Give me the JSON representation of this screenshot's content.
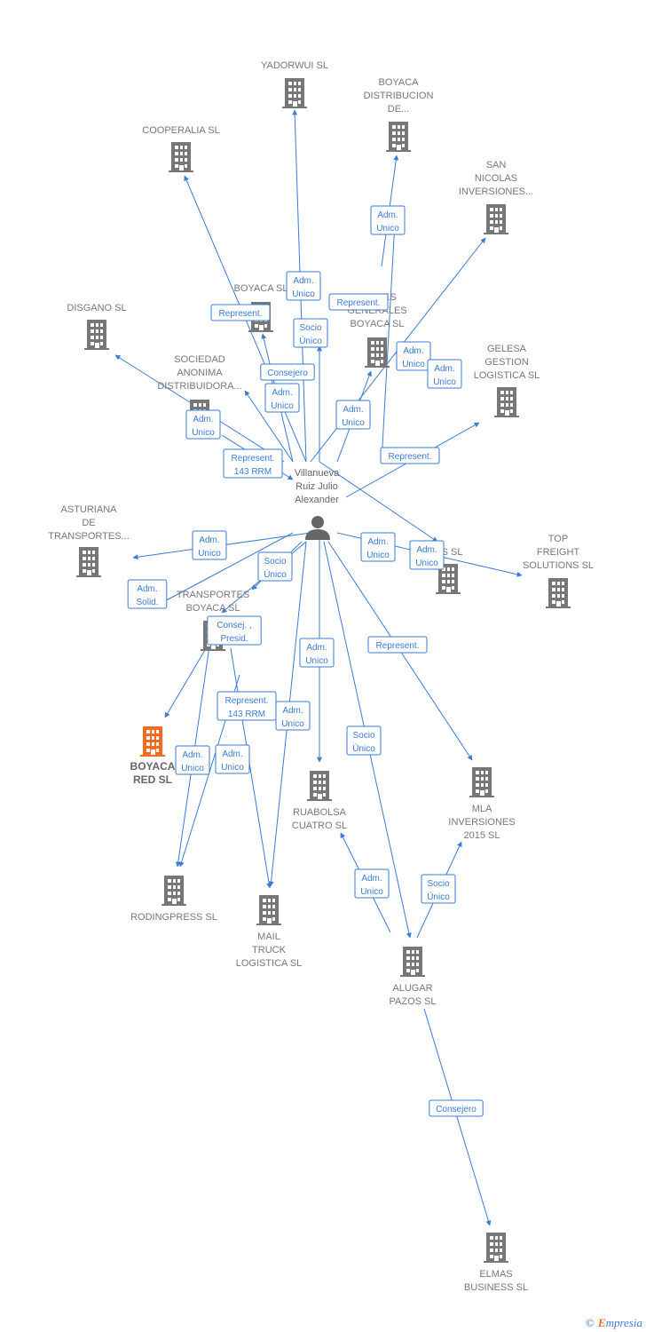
{
  "colors": {
    "edge": "#3a7bd5",
    "building": "#777777",
    "building_highlight": "#f26b21",
    "person": "#666666"
  },
  "person": {
    "label_lines": [
      "Villanueva",
      "Ruiz Julio",
      "Alexander"
    ],
    "icon": "person-icon"
  },
  "nodes": [
    {
      "id": "yadorwui",
      "lines": [
        "YADORWUI SL"
      ],
      "icon": "building-icon"
    },
    {
      "id": "boyaca_dist",
      "lines": [
        "BOYACA",
        "DISTRIBUCION",
        "DE..."
      ],
      "icon": "building-icon"
    },
    {
      "id": "cooperalia",
      "lines": [
        "COOPERALIA SL"
      ],
      "icon": "building-icon"
    },
    {
      "id": "san_nicolas",
      "lines": [
        "SAN",
        "NICOLAS",
        "INVERSIONES..."
      ],
      "icon": "building-icon"
    },
    {
      "id": "boyaca_sl",
      "lines": [
        "BOYACA  SL"
      ],
      "icon": "building-icon"
    },
    {
      "id": "inversiones_boyaca",
      "lines": [
        "...IONES",
        "GENERALES",
        "BOYACA SL"
      ],
      "icon": "building-icon"
    },
    {
      "id": "disgano",
      "lines": [
        "DISGANO SL"
      ],
      "icon": "building-icon"
    },
    {
      "id": "gelesa",
      "lines": [
        "GELESA",
        "GESTION",
        "LOGISTICA SL"
      ],
      "icon": "building-icon"
    },
    {
      "id": "sociedad",
      "lines": [
        "SOCIEDAD",
        "ANONIMA",
        "DISTRIBUIDORA..."
      ],
      "icon": "building-icon"
    },
    {
      "id": "asturiana",
      "lines": [
        "ASTURIANA",
        "DE",
        "TRANSPORTES..."
      ],
      "icon": "building-icon"
    },
    {
      "id": "s_sl",
      "lines": [
        "...S SL"
      ],
      "icon": "building-icon"
    },
    {
      "id": "top_freight",
      "lines": [
        "TOP",
        "FREIGHT",
        "SOLUTIONS SL"
      ],
      "icon": "building-icon"
    },
    {
      "id": "transportes_boyaca",
      "lines": [
        "TRANSPORTES",
        "BOYACA SL"
      ],
      "icon": "building-icon"
    },
    {
      "id": "boyaca_red",
      "lines": [
        "BOYACA",
        "RED  SL"
      ],
      "icon": "building-icon",
      "highlight": true
    },
    {
      "id": "ruabolsa",
      "lines": [
        "RUABOLSA",
        "CUATRO  SL"
      ],
      "icon": "building-icon"
    },
    {
      "id": "mla",
      "lines": [
        "MLA",
        "INVERSIONES",
        "2015  SL"
      ],
      "icon": "building-icon"
    },
    {
      "id": "rodingpress",
      "lines": [
        "RODINGPRESS SL"
      ],
      "icon": "building-icon"
    },
    {
      "id": "mail_truck",
      "lines": [
        "MAIL",
        "TRUCK",
        "LOGISTICA  SL"
      ],
      "icon": "building-icon"
    },
    {
      "id": "alugar",
      "lines": [
        "ALUGAR",
        "PAZOS SL"
      ],
      "icon": "building-icon"
    },
    {
      "id": "elmas",
      "lines": [
        "ELMAS",
        "BUSINESS  SL"
      ],
      "icon": "building-icon"
    }
  ],
  "edge_labels": [
    [
      "Adm.",
      "Unico"
    ],
    [
      "Adm.",
      "Unico"
    ],
    [
      "Represent."
    ],
    [
      "Socio",
      "Único"
    ],
    [
      "Represent."
    ],
    [
      "Adm.",
      "Unico"
    ],
    [
      "Adm.",
      "Unico"
    ],
    [
      "Consejero"
    ],
    [
      "Adm.",
      "Unico"
    ],
    [
      "Adm.",
      "Unico"
    ],
    [
      "Adm.",
      "Unico"
    ],
    [
      "Represent.",
      "143 RRM"
    ],
    [
      "Represent."
    ],
    [
      "Adm.",
      "Unico"
    ],
    [
      "Socio",
      "Único"
    ],
    [
      "Adm.",
      "Unico"
    ],
    [
      "Adm.",
      "Unico"
    ],
    [
      "Consej. ,",
      "Presid."
    ],
    [
      "Adm.",
      "Unico"
    ],
    [
      "Adm.",
      "Unico"
    ],
    [
      "Represent."
    ],
    [
      "Represent.",
      "143 RRM"
    ],
    [
      "Adm.",
      "Unico"
    ],
    [
      "Adm.",
      "Unico"
    ],
    [
      "Socio",
      "Único"
    ],
    [
      "Adm.",
      "Unico"
    ],
    [
      "Socio",
      "Único"
    ],
    [
      "Adm.",
      "Solid."
    ],
    [
      "Consejero"
    ]
  ],
  "footer": {
    "copyright": "©",
    "brand_first": "E",
    "brand_rest": "mpresia"
  }
}
